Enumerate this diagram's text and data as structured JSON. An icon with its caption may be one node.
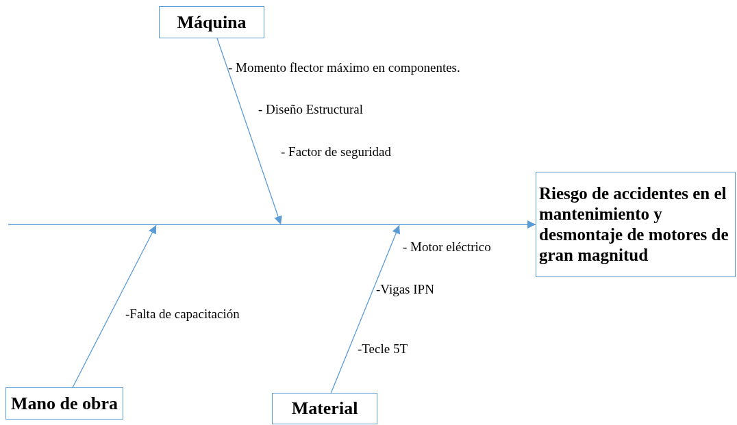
{
  "diagram": {
    "nodes": [
      {
        "text": [
          "Máquina"
        ]
      },
      {
        "text": [
          "Mano de obra"
        ]
      },
      {
        "text": [
          "Material"
        ]
      },
      {
        "text": [
          "Riesgo de accidentes en el mantenimiento y desmontaje de motores de gran magnitud"
        ]
      }
    ],
    "edges": [
      {
        "from": 0,
        "to": null,
        "arrow": "to"
      },
      {
        "from": 1,
        "to": null,
        "arrow": "to"
      },
      {
        "from": 2,
        "to": null,
        "arrow": "to"
      },
      {
        "from": null,
        "to": 3,
        "arrow": "to"
      }
    ],
    "labels": [
      "- Momento flector máximo en componentes.",
      "- Diseño Estructural",
      "- Factor de seguridad",
      "- Motor eléctrico",
      "-Falta de capacitación",
      "-Vigas IPN",
      "-Tecle 5T"
    ]
  }
}
